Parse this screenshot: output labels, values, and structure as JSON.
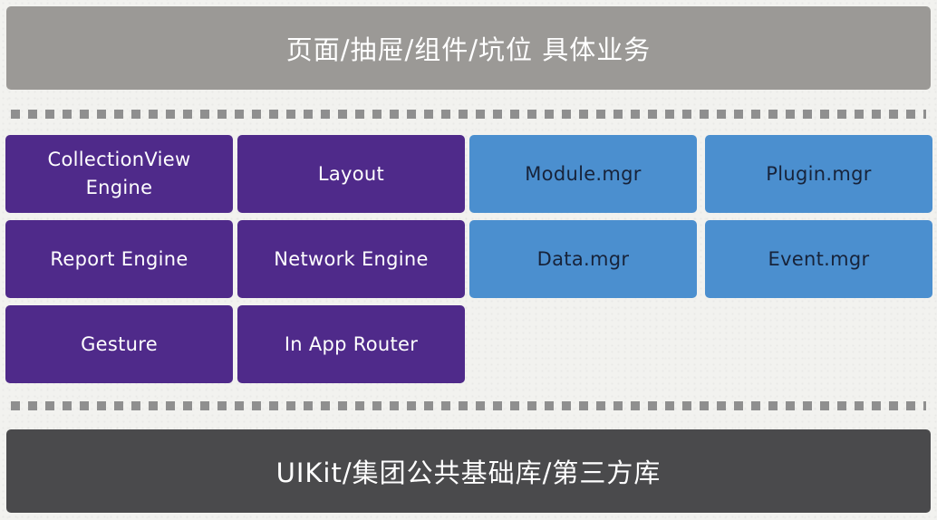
{
  "top_layer": {
    "label": "页面/抽屉/组件/坑位 具体业务"
  },
  "bottom_layer": {
    "label": "UIKit/集团公共基础库/第三方库"
  },
  "engines": {
    "collection_view": {
      "line1": "CollectionView",
      "line2": "Engine"
    },
    "layout": "Layout",
    "report": "Report Engine",
    "network": "Network Engine",
    "gesture": "Gesture",
    "router": "In App Router"
  },
  "managers": {
    "module": "Module.mgr",
    "plugin": "Plugin.mgr",
    "data": "Data.mgr",
    "event": "Event.mgr"
  },
  "colors": {
    "top_layer": "#9b9996",
    "bottom_layer": "#4a4a4c",
    "engine_tile": "#4f2a8a",
    "manager_tile": "#4b8fcf",
    "divider": "#8f8f8f"
  }
}
